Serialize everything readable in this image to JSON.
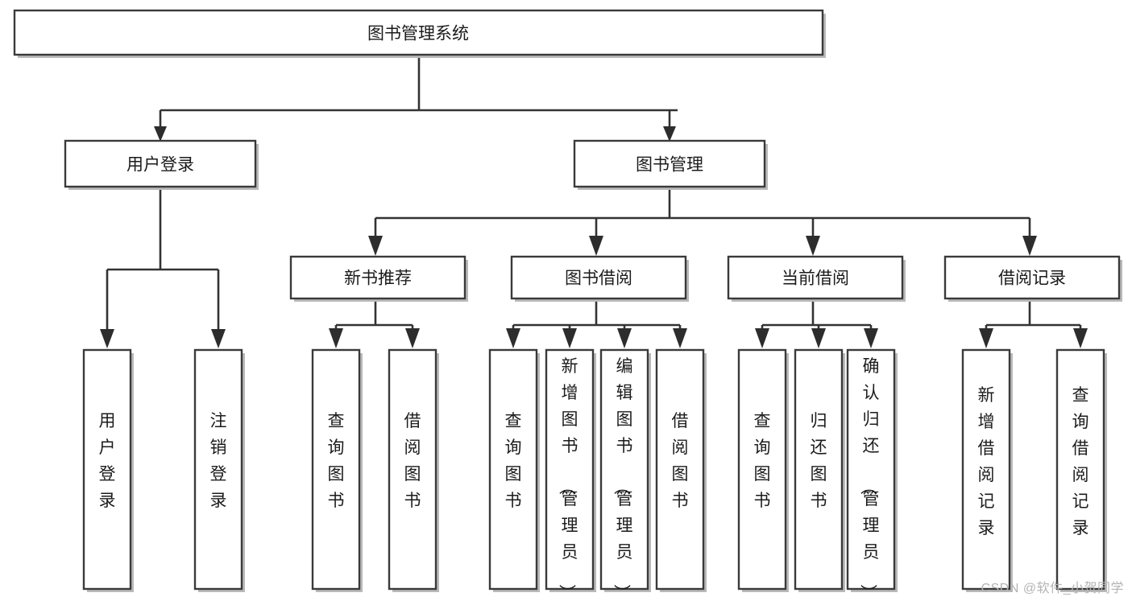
{
  "diagram": {
    "title": "图书管理系统",
    "type": "tree-hierarchy",
    "watermark": "CSDN @软件_小贺同学",
    "colors": {
      "box_stroke": "#3a3a3a",
      "box_fill": "#ffffff",
      "connector": "#333333",
      "text": "#1b1b1b",
      "watermark": "#b4b4b4"
    },
    "root": {
      "label": "图书管理系统",
      "orientation": "horizontal"
    },
    "level1": [
      {
        "label": "用户登录",
        "orientation": "horizontal"
      },
      {
        "label": "图书管理",
        "orientation": "horizontal"
      }
    ],
    "level2": [
      {
        "label": "新书推荐",
        "orientation": "horizontal"
      },
      {
        "label": "图书借阅",
        "orientation": "horizontal"
      },
      {
        "label": "当前借阅",
        "orientation": "horizontal"
      },
      {
        "label": "借阅记录",
        "orientation": "horizontal"
      }
    ],
    "leaves": {
      "user_login": [
        {
          "label": "用户登录",
          "orientation": "vertical"
        },
        {
          "label": "注销登录",
          "orientation": "vertical"
        }
      ],
      "new_book_recommend": [
        {
          "label": "查询图书",
          "orientation": "vertical"
        },
        {
          "label": "借阅图书",
          "orientation": "vertical"
        }
      ],
      "book_borrow": [
        {
          "label": "查询图书",
          "orientation": "vertical"
        },
        {
          "label": "新增图书（管理员）",
          "orientation": "vertical"
        },
        {
          "label": "编辑图书（管理员）",
          "orientation": "vertical"
        },
        {
          "label": "借阅图书",
          "orientation": "vertical"
        }
      ],
      "current_borrow": [
        {
          "label": "查询图书",
          "orientation": "vertical"
        },
        {
          "label": "归还图书",
          "orientation": "vertical"
        },
        {
          "label": "确认归还（管理员）",
          "orientation": "vertical"
        }
      ],
      "borrow_record": [
        {
          "label": "新增借阅记录",
          "orientation": "vertical"
        },
        {
          "label": "查询借阅记录",
          "orientation": "vertical"
        }
      ]
    }
  }
}
